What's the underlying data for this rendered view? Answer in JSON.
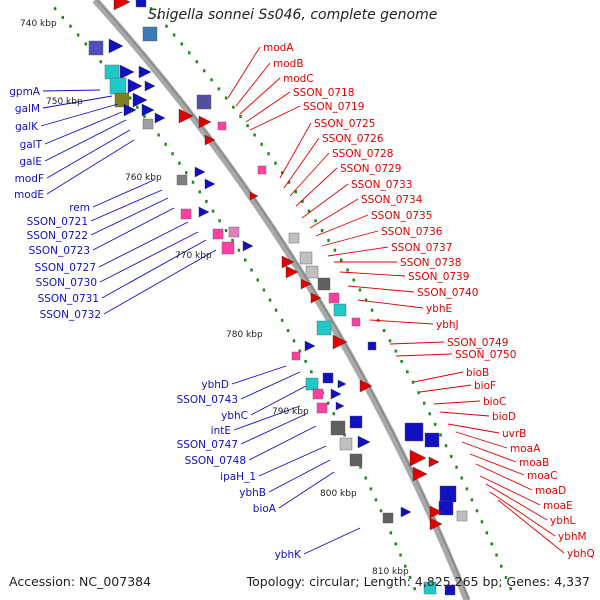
{
  "title": "Shigella sonnei Ss046, complete genome",
  "accession": "Accession: NC_007384",
  "topology": "Topology: circular; Length: 4,825,265 bp; Genes: 4,337",
  "colors": {
    "forward_label": "#e00000",
    "reverse_label": "#1010c0",
    "backbone": "#a0a0a0",
    "tick": "#1a8a1a"
  },
  "kbp_ticks": [
    "740 kbp",
    "750 kbp",
    "760 kbp",
    "770 kbp",
    "780 kbp",
    "790 kbp",
    "800 kbp",
    "810 kbp"
  ],
  "right_genes": [
    "modA",
    "modB",
    "modC",
    "SSON_0718",
    "SSON_0719",
    "SSON_0725",
    "SSON_0726",
    "SSON_0728",
    "SSON_0729",
    "SSON_0733",
    "SSON_0734",
    "SSON_0735",
    "SSON_0736",
    "SSON_0737",
    "SSON_0738",
    "SSON_0739",
    "SSON_0740",
    "ybhE",
    "ybhJ",
    "SSON_0749",
    "SSON_0750",
    "bioB",
    "bioF",
    "bioC",
    "bioD",
    "uvrB",
    "moaA",
    "moaB",
    "moaC",
    "moaD",
    "moaE",
    "ybhL",
    "ybhM",
    "ybhQ"
  ],
  "left_genes": [
    "gpmA",
    "galM",
    "galK",
    "galT",
    "galE",
    "modF",
    "modE",
    "rem",
    "SSON_0721",
    "SSON_0722",
    "SSON_0723",
    "SSON_0727",
    "SSON_0730",
    "SSON_0731",
    "SSON_0732",
    "ybhD",
    "SSON_0743",
    "ybhC",
    "intE",
    "SSON_0747",
    "SSON_0748",
    "ipaH_1",
    "ybhB",
    "bioA",
    "ybhK"
  ]
}
